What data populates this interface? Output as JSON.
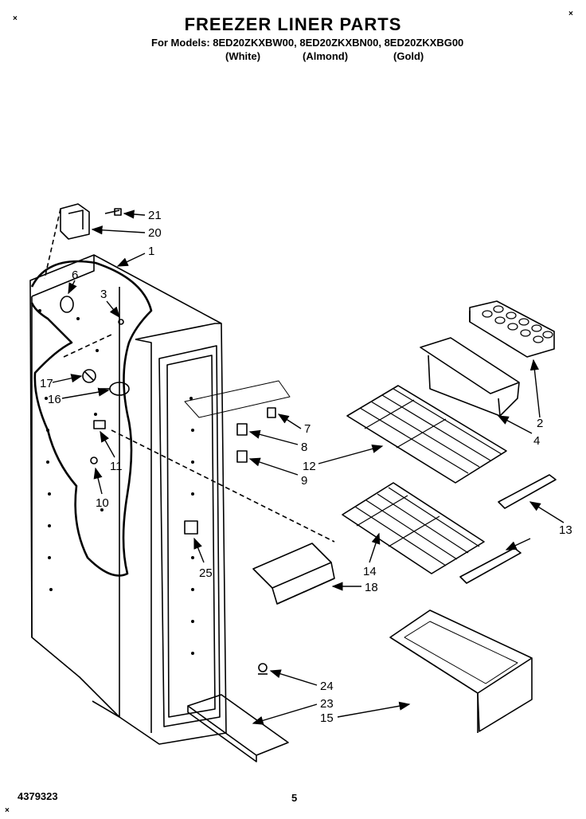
{
  "header": {
    "title": "FREEZER LINER PARTS",
    "models_line": "For Models: 8ED20ZKXBW00, 8ED20ZKXBN00, 8ED20ZKXBG00",
    "variants": [
      "(White)",
      "(Almond)",
      "(Gold)"
    ]
  },
  "corner_marks": [
    "×",
    "×",
    "×"
  ],
  "footer": {
    "part_number": "4379323",
    "page_number": "5"
  },
  "callouts": [
    "21",
    "20",
    "1",
    "6",
    "3",
    "17",
    "16",
    "11",
    "10",
    "7",
    "8",
    "9",
    "12",
    "2",
    "4",
    "13",
    "14",
    "25",
    "18",
    "24",
    "23",
    "15"
  ]
}
